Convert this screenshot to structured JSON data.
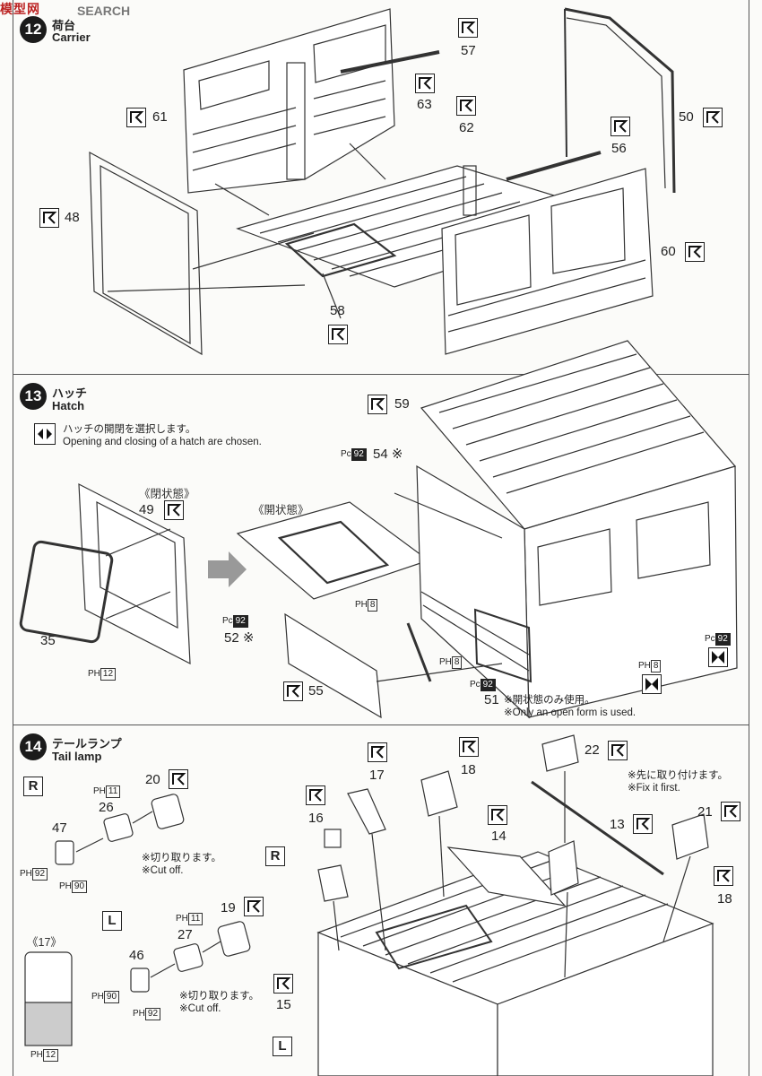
{
  "watermark": {
    "text1": "模型网",
    "text2": "SEARCH"
  },
  "step12": {
    "jp": "荷台",
    "en": "Carrier",
    "parts": [
      "57",
      "63",
      "61",
      "62",
      "56",
      "50",
      "48",
      "60",
      "58"
    ]
  },
  "step13": {
    "num": "13",
    "jp": "ハッチ",
    "en": "Hatch",
    "info_jp": "ハッチの開閉を選択します。",
    "info_en": "Opening and closing of a hatch are chosen.",
    "closed_label": "《閉状態》",
    "open_label": "《開状態》",
    "parts": {
      "p59": "59",
      "p54": "54 ※",
      "p49": "49",
      "p35": "35",
      "p52": "52 ※",
      "p55": "55",
      "p51": "51"
    },
    "paint": {
      "pc92": "92",
      "ph8": "8",
      "ph12": "12"
    },
    "note_jp": "※開状態のみ使用。",
    "note_en": "※Only an open form is used."
  },
  "step14": {
    "num": "14",
    "jp": "テールランプ",
    "en": "Tail lamp",
    "R": "R",
    "L": "L",
    "p17_label": "《17》",
    "parts": {
      "p20": "20",
      "p26": "26",
      "p47": "47",
      "p19": "19",
      "p27": "27",
      "p46": "46",
      "p17": "17",
      "p18": "18",
      "p16": "16",
      "p14": "14",
      "p22": "22",
      "p13": "13",
      "p21": "21",
      "p18b": "18",
      "p15": "15"
    },
    "paint": {
      "ph11": "11",
      "ph92": "92",
      "ph90": "90",
      "ph12": "12"
    },
    "cut_jp": "※切り取ります。",
    "cut_en": "※Cut off.",
    "fix_jp": "※先に取り付けます。",
    "fix_en": "※Fix it first."
  }
}
